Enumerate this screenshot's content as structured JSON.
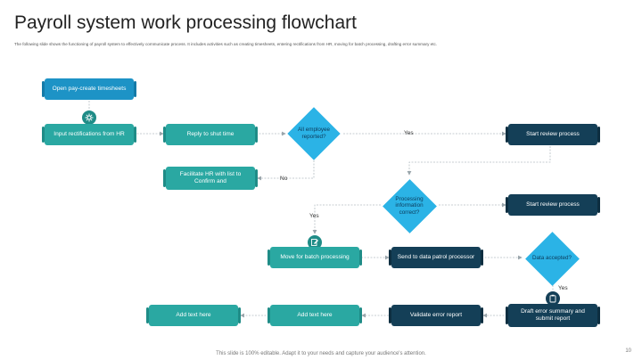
{
  "header": {
    "title": "Payroll system work processing flowchart",
    "subtitle": "The following slide shows the functioning of payroll system to effectively communicate process. It includes activities such as creating timesheets, entering rectifications from HR, moving for batch processing, drafting error summary etc."
  },
  "nodes": {
    "open_timesheets": "Open pay-create timesheets",
    "input_rectifications": "Input rectifications from HR",
    "reply_shut_time": "Reply to shut time",
    "all_employee_reported": "All employee reported?",
    "start_review_1": "Start review process",
    "facilitate_hr": "Facilitate HR with list to Confirm and",
    "processing_correct": "Processing information correct?",
    "start_review_2": "Start review process",
    "move_batch": "Move for batch processing",
    "send_data_patrol": "Send to data patrol processor",
    "data_accepted": "Data accepted?",
    "draft_error_summary": "Draft error summary and submit report",
    "validate_error_report": "Validate error report",
    "add_text_1": "Add text here",
    "add_text_2": "Add text here"
  },
  "edge_labels": {
    "yes_1": "Yes",
    "no_1": "No",
    "yes_2": "Yes",
    "yes_3": "Yes"
  },
  "footer": {
    "note": "This slide is 100% editable. Adapt it to your needs and capture your audience's attention.",
    "page_number": "10"
  },
  "colors": {
    "teal": "#2aa8a2",
    "blue": "#1d93c6",
    "navy": "#143f57",
    "diamond": "#2bb3e6"
  },
  "icons": [
    "gear-network-icon",
    "edit-document-icon",
    "clipboard-icon"
  ]
}
